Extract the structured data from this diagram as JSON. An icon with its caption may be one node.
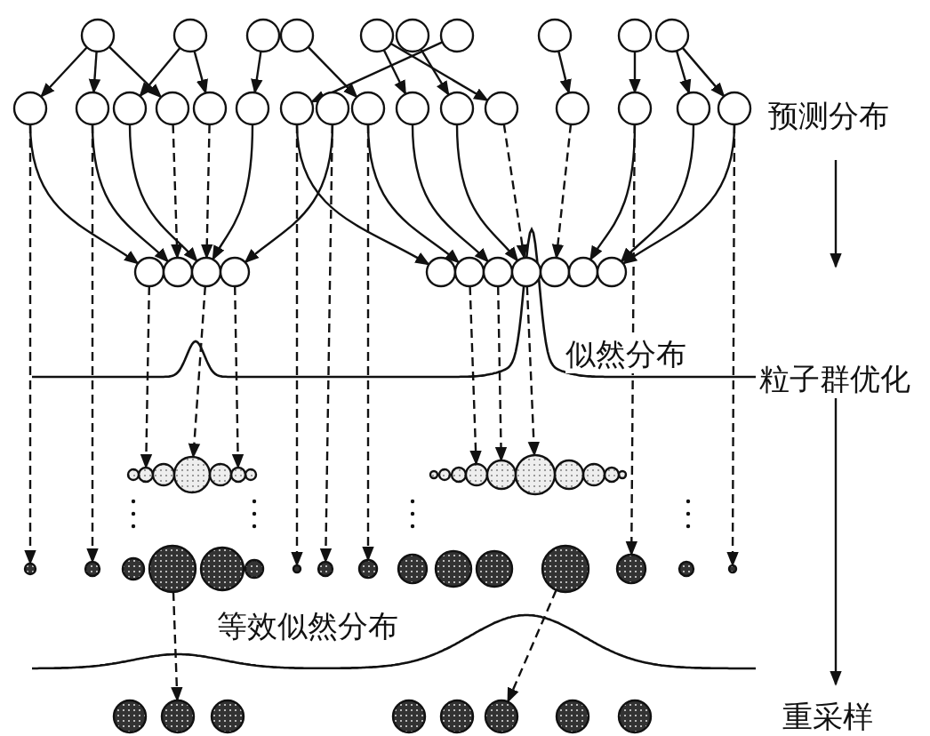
{
  "diagram": {
    "nodes": [
      {
        "text": [],
        "shape": "circle"
      },
      {
        "text": [],
        "shape": "circle"
      },
      {
        "text": [],
        "shape": "circle"
      },
      {
        "text": [],
        "shape": "circle"
      },
      {
        "text": [],
        "shape": "circle"
      },
      {
        "text": [],
        "shape": "circle"
      },
      {
        "text": [],
        "shape": "circle"
      },
      {
        "text": [],
        "shape": "circle"
      },
      {
        "text": [],
        "shape": "circle"
      },
      {
        "text": [],
        "shape": "circle"
      },
      {
        "text": [],
        "shape": "circle"
      },
      {
        "text": [],
        "shape": "circle"
      },
      {
        "text": [],
        "shape": "circle"
      },
      {
        "text": [],
        "shape": "circle"
      },
      {
        "text": [],
        "shape": "circle"
      },
      {
        "text": [],
        "shape": "circle"
      },
      {
        "text": [],
        "shape": "circle"
      },
      {
        "text": [],
        "shape": "circle"
      },
      {
        "text": [],
        "shape": "circle"
      },
      {
        "text": [],
        "shape": "circle"
      },
      {
        "text": [],
        "shape": "circle"
      },
      {
        "text": [],
        "shape": "circle"
      },
      {
        "text": [],
        "shape": "circle"
      },
      {
        "text": [],
        "shape": "circle"
      },
      {
        "text": [],
        "shape": "circle"
      },
      {
        "text": [],
        "shape": "circle"
      },
      {
        "text": [],
        "shape": "circle"
      },
      {
        "text": [],
        "shape": "circle"
      },
      {
        "text": [],
        "shape": "circle"
      },
      {
        "text": [],
        "shape": "circle"
      },
      {
        "text": [],
        "shape": "circle"
      },
      {
        "text": [],
        "shape": "circle"
      },
      {
        "text": [],
        "shape": "circle"
      },
      {
        "text": [],
        "shape": "circle"
      },
      {
        "text": [],
        "shape": "circle"
      },
      {
        "text": [],
        "shape": "circle"
      },
      {
        "text": [],
        "shape": "circle"
      },
      {
        "text": [],
        "shape": "circle"
      },
      {
        "text": [],
        "shape": "circle"
      },
      {
        "text": [],
        "shape": "circle"
      },
      {
        "text": [],
        "shape": "circle"
      },
      {
        "text": [],
        "shape": "circle"
      },
      {
        "text": [],
        "shape": "circle"
      },
      {
        "text": [],
        "shape": "circle"
      },
      {
        "text": [],
        "shape": "circle"
      },
      {
        "text": [],
        "shape": "circle"
      },
      {
        "text": [],
        "shape": "circle"
      },
      {
        "text": [],
        "shape": "circle"
      },
      {
        "text": [],
        "shape": "circle"
      },
      {
        "text": [],
        "shape": "circle"
      },
      {
        "text": [],
        "shape": "circle"
      },
      {
        "text": [],
        "shape": "circle"
      },
      {
        "text": [],
        "shape": "circle"
      },
      {
        "text": [],
        "shape": "circle"
      },
      {
        "text": [],
        "shape": "circle"
      },
      {
        "text": [],
        "shape": "circle"
      },
      {
        "text": [],
        "shape": "circle"
      },
      {
        "text": [],
        "shape": "circle"
      },
      {
        "text": [],
        "shape": "circle"
      },
      {
        "text": [],
        "shape": "circle"
      },
      {
        "text": [],
        "shape": "circle"
      },
      {
        "text": [],
        "shape": "circle"
      },
      {
        "text": [],
        "shape": "circle"
      },
      {
        "text": [],
        "shape": "circle"
      },
      {
        "text": [],
        "shape": "circle"
      },
      {
        "text": [],
        "shape": "circle"
      },
      {
        "text": [],
        "shape": "circle"
      },
      {
        "text": [],
        "shape": "circle"
      },
      {
        "text": [],
        "shape": "circle"
      },
      {
        "text": [],
        "shape": "circle"
      },
      {
        "text": [],
        "shape": "circle"
      },
      {
        "text": [],
        "shape": "circle"
      },
      {
        "text": [],
        "shape": "circle"
      },
      {
        "text": [],
        "shape": "circle"
      },
      {
        "text": [],
        "shape": "circle"
      },
      {
        "text": [],
        "shape": "circle"
      },
      {
        "text": [],
        "shape": "circle"
      },
      {
        "text": [],
        "shape": "circle"
      }
    ],
    "edges": [
      {
        "from": 0,
        "to": 10,
        "arrow": "to"
      },
      {
        "from": 0,
        "to": 11,
        "arrow": "to"
      },
      {
        "from": 0,
        "to": 13,
        "arrow": "to"
      },
      {
        "from": 1,
        "to": 12,
        "arrow": "to"
      },
      {
        "from": 1,
        "to": 14,
        "arrow": "to"
      },
      {
        "from": 2,
        "to": 15,
        "arrow": "to"
      },
      {
        "from": 3,
        "to": 18,
        "arrow": "to"
      },
      {
        "from": 6,
        "to": 16,
        "arrow": "to"
      },
      {
        "from": 4,
        "to": 19,
        "arrow": "to"
      },
      {
        "from": 4,
        "to": 21,
        "arrow": "to"
      },
      {
        "from": 5,
        "to": 20,
        "arrow": "to"
      },
      {
        "from": 7,
        "to": 22,
        "arrow": "to"
      },
      {
        "from": 8,
        "to": 23,
        "arrow": "to"
      },
      {
        "from": 9,
        "to": 24,
        "arrow": "to"
      },
      {
        "from": 9,
        "to": 25,
        "arrow": "to"
      },
      {
        "from": 10,
        "to": 26,
        "arrow": "to"
      },
      {
        "from": 11,
        "to": 27,
        "arrow": "to"
      },
      {
        "from": 12,
        "to": 28,
        "arrow": "to"
      },
      {
        "from": 13,
        "to": 27,
        "arrow": "to",
        "style": "dashed"
      },
      {
        "from": 14,
        "to": 28,
        "arrow": "to",
        "style": "dashed"
      },
      {
        "from": 15,
        "to": 28,
        "arrow": "to"
      },
      {
        "from": 17,
        "to": 29,
        "arrow": "to"
      },
      {
        "from": 16,
        "to": 30,
        "arrow": "to"
      },
      {
        "from": 18,
        "to": 31,
        "arrow": "to"
      },
      {
        "from": 19,
        "to": 32,
        "arrow": "to"
      },
      {
        "from": 20,
        "to": 33,
        "arrow": "to"
      },
      {
        "from": 21,
        "to": 33,
        "arrow": "to",
        "style": "dashed"
      },
      {
        "from": 22,
        "to": 34,
        "arrow": "to",
        "style": "dashed"
      },
      {
        "from": 23,
        "to": 35,
        "arrow": "to"
      },
      {
        "from": 24,
        "to": 36,
        "arrow": "to"
      },
      {
        "from": 25,
        "to": 36,
        "arrow": "to"
      },
      {
        "from": 10,
        "to": 54,
        "arrow": "to",
        "style": "dashed"
      },
      {
        "from": 11,
        "to": 55,
        "arrow": "to",
        "style": "dashed"
      },
      {
        "from": 16,
        "to": 60,
        "arrow": "to",
        "style": "dashed"
      },
      {
        "from": 17,
        "to": 61,
        "arrow": "to",
        "style": "dashed"
      },
      {
        "from": 18,
        "to": 62,
        "arrow": "to",
        "style": "dashed"
      },
      {
        "from": 23,
        "to": 67,
        "arrow": "to",
        "style": "dashed"
      },
      {
        "from": 25,
        "to": 69,
        "arrow": "to",
        "style": "dashed"
      },
      {
        "from": 26,
        "to": 38,
        "arrow": "to",
        "style": "dashed"
      },
      {
        "from": 28,
        "to": 40,
        "arrow": "to",
        "style": "dashed"
      },
      {
        "from": 29,
        "to": 42,
        "arrow": "to",
        "style": "dashed"
      },
      {
        "from": 31,
        "to": 47,
        "arrow": "to",
        "style": "dashed"
      },
      {
        "from": 32,
        "to": 48,
        "arrow": "to",
        "style": "dashed"
      },
      {
        "from": 33,
        "to": 49,
        "arrow": "to",
        "style": "dashed"
      },
      {
        "from": 57,
        "to": 71,
        "arrow": "to",
        "style": "dashed"
      },
      {
        "from": 66,
        "to": 75,
        "arrow": "to",
        "style": "dashed"
      }
    ],
    "labels": [
      "预测分布",
      "似然分布",
      "粒子群优化",
      "等效似然分布",
      "重采样"
    ]
  }
}
